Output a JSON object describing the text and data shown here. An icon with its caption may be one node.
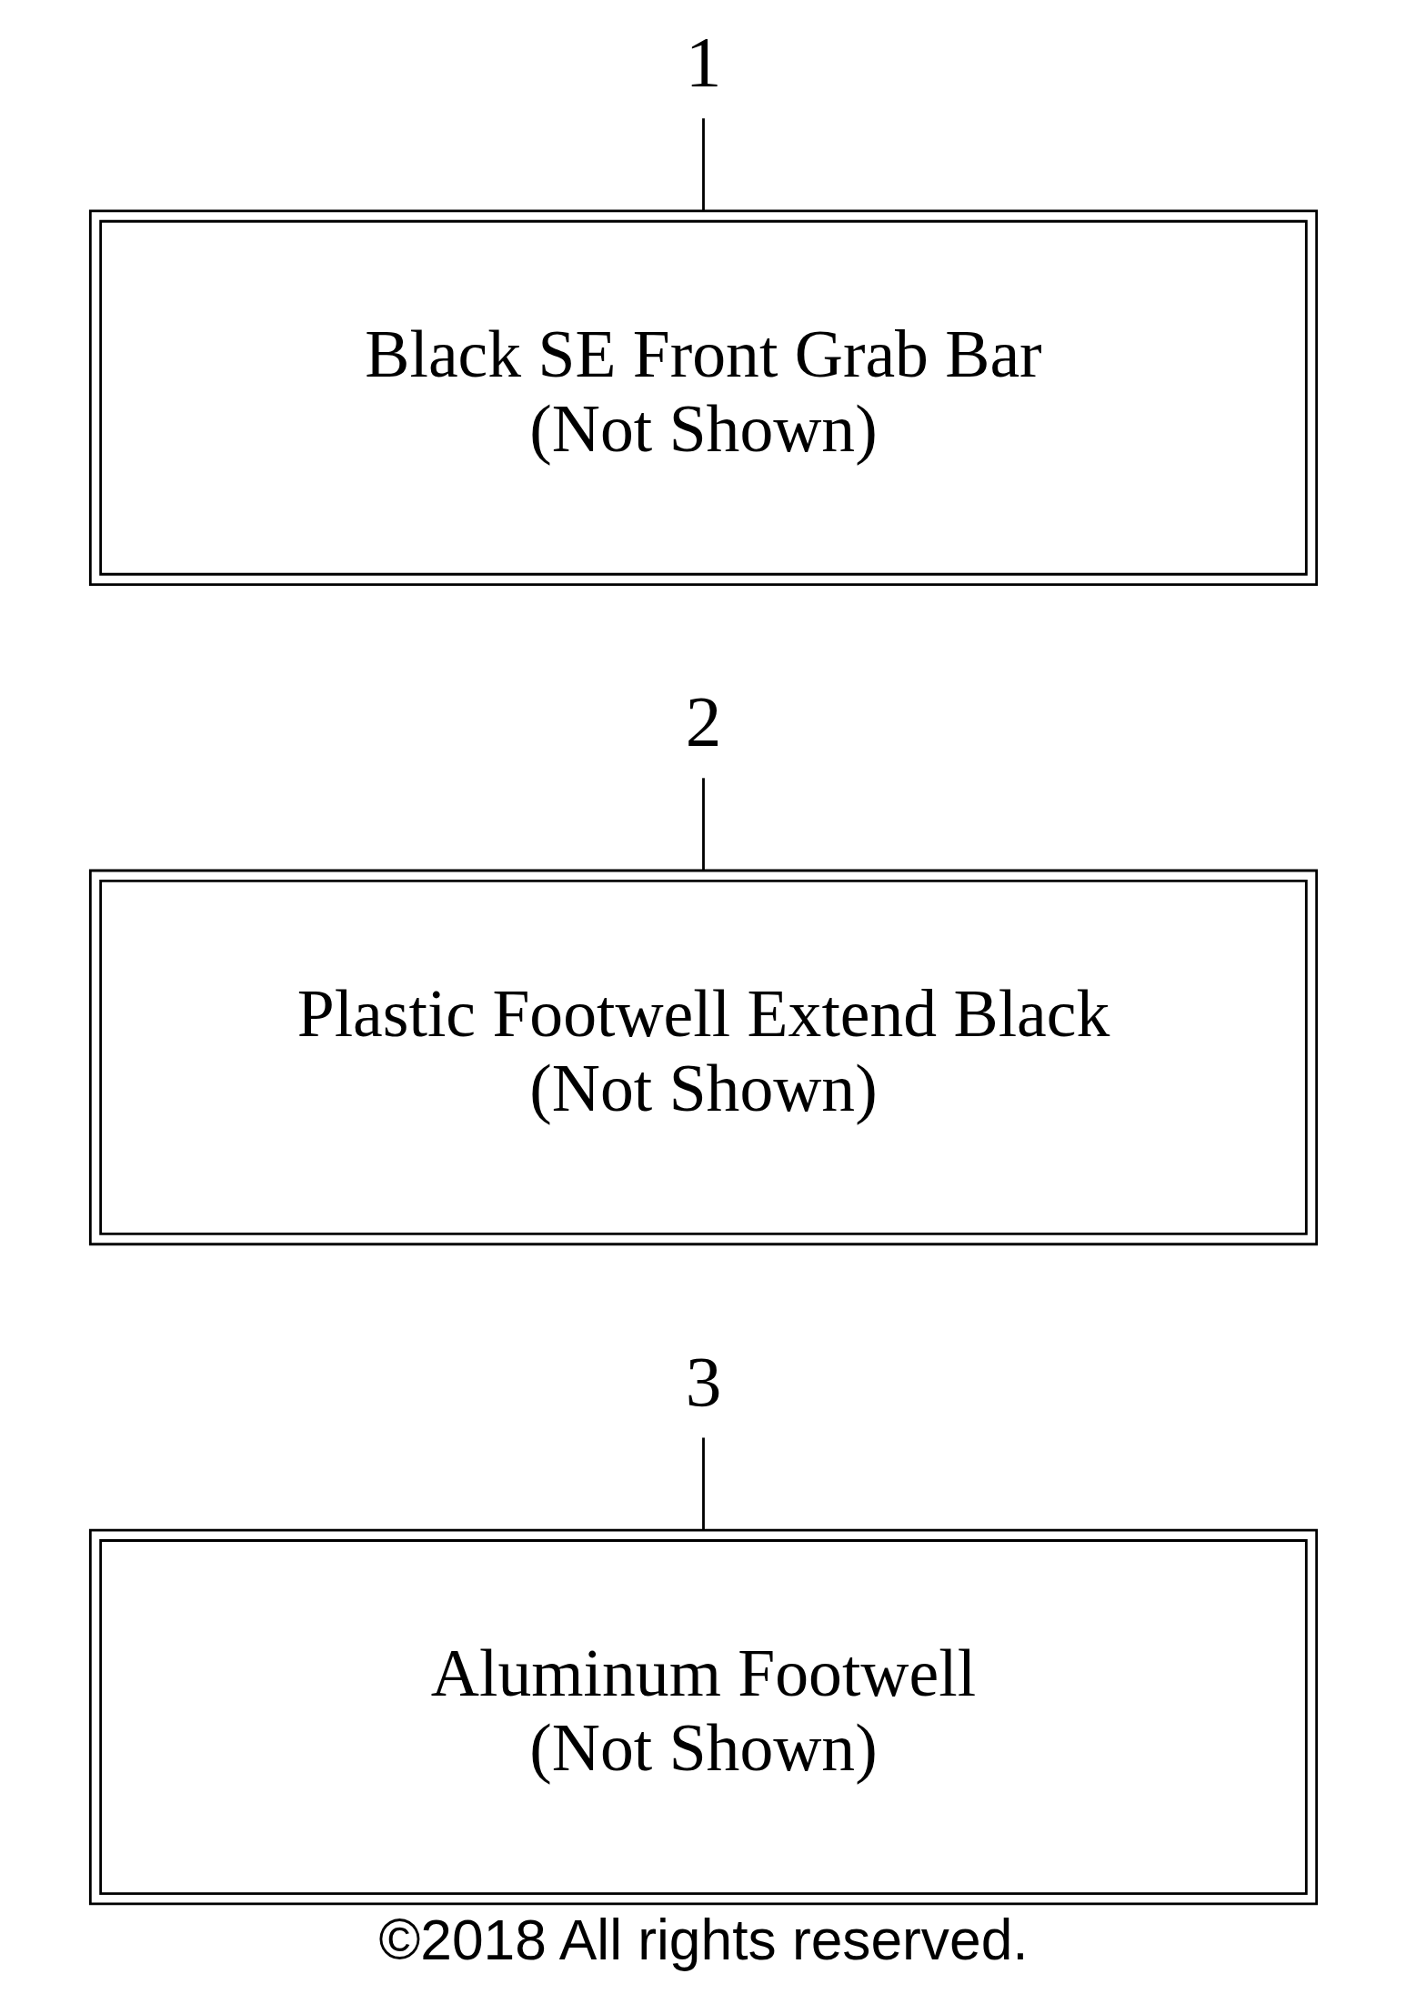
{
  "diagram": {
    "caption": "©2018 All rights reserved.",
    "nodes": [
      {
        "text": [
          "1"
        ]
      },
      {
        "text": [
          "Black SE Front Grab Bar",
          "(Not Shown)"
        ]
      },
      {
        "text": [
          "2"
        ]
      },
      {
        "text": [
          "Plastic Footwell Extend Black",
          "(Not Shown)"
        ]
      },
      {
        "text": [
          "3"
        ]
      },
      {
        "text": [
          "Aluminum Footwell",
          "(Not Shown)"
        ]
      }
    ],
    "edges": [
      {
        "from": 0,
        "to": 1,
        "arrow": "none"
      },
      {
        "from": 2,
        "to": 3,
        "arrow": "none"
      },
      {
        "from": 4,
        "to": 5,
        "arrow": "none"
      }
    ]
  }
}
